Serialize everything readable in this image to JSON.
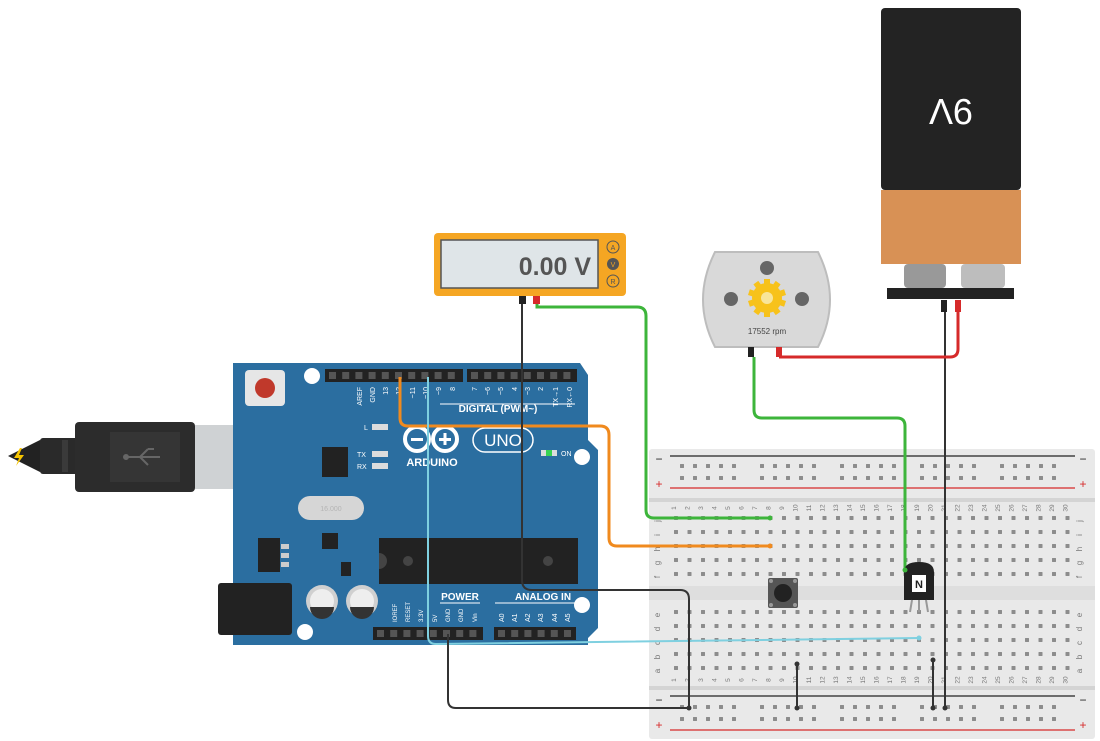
{
  "multimeter": {
    "reading": "0.00 V",
    "modes": [
      "A",
      "V",
      "R"
    ]
  },
  "motor": {
    "speed": "17552 rpm"
  },
  "battery": {
    "label": "9V"
  },
  "arduino": {
    "brand": "ARDUINO",
    "model": "UNO",
    "on_label": "ON",
    "digital_label": "DIGITAL (PWM~)",
    "power_label": "POWER",
    "analog_label": "ANALOG IN",
    "led_labels": [
      "L",
      "TX",
      "RX"
    ],
    "crystal_label": "16.000",
    "digital_pins": [
      "AREF",
      "GND",
      "13",
      "12",
      "~11",
      "~10",
      "~9",
      "8",
      "7",
      "~6",
      "~5",
      "4",
      "~3",
      "2",
      "TX→1",
      "RX←0"
    ],
    "power_pins": [
      "IOREF",
      "RESET",
      "3.3V",
      "5V",
      "GND",
      "GND",
      "Vin"
    ],
    "analog_pins": [
      "A0",
      "A1",
      "A2",
      "A3",
      "A4",
      "A5"
    ]
  },
  "transistor": {
    "label": "N"
  },
  "breadboard": {
    "rail_minus": "−",
    "rail_plus": "+",
    "columns": [
      "1",
      "2",
      "3",
      "4",
      "5",
      "6",
      "7",
      "8",
      "9",
      "10",
      "11",
      "12",
      "13",
      "14",
      "15",
      "16",
      "17",
      "18",
      "19",
      "20",
      "21",
      "22",
      "23",
      "24",
      "25",
      "26",
      "27",
      "28",
      "29",
      "30"
    ],
    "rows_top": [
      "j",
      "i",
      "h",
      "g",
      "f"
    ],
    "rows_bottom": [
      "e",
      "d",
      "c",
      "b",
      "a"
    ]
  },
  "colors": {
    "board": "#2b6ea0",
    "multimeter": "#f5a623",
    "battery_top": "#222222",
    "battery_bottom": "#d89155",
    "wire_green": "#3db53b",
    "wire_orange": "#f08a1e",
    "wire_cyan": "#7fd0e0",
    "wire_black": "#333333",
    "wire_red": "#d62a2a"
  }
}
